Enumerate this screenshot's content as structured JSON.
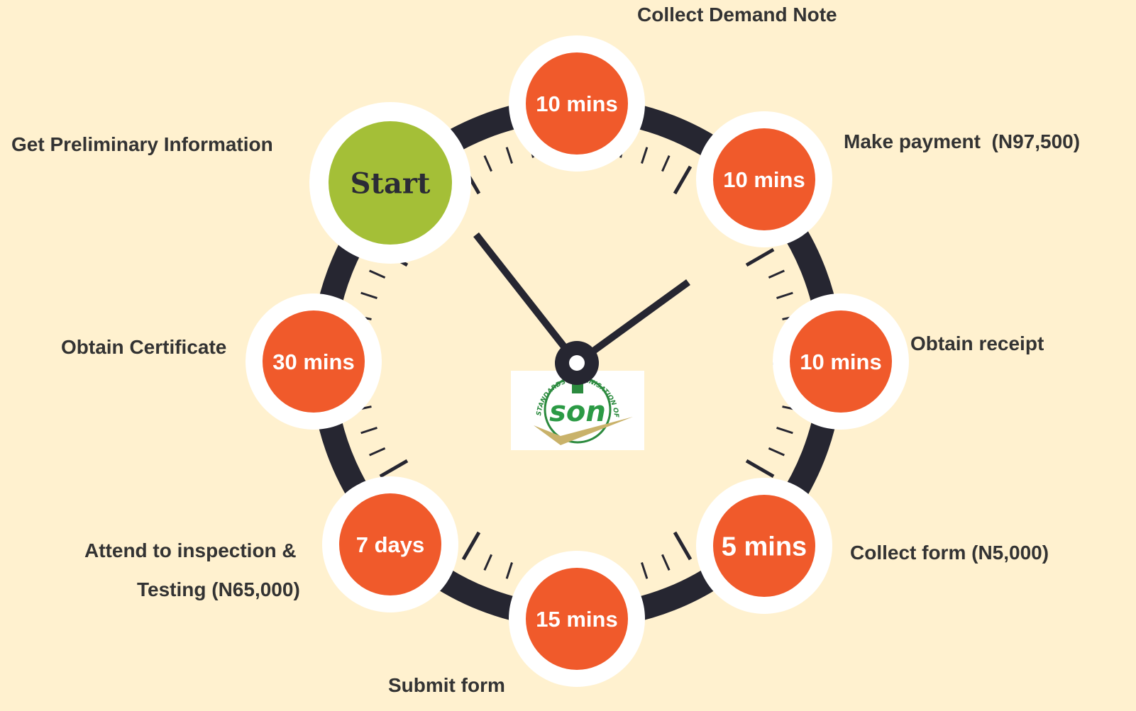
{
  "colors": {
    "background": "#fff1cf",
    "ring": "#262631",
    "step_fill": "#f05a2b",
    "start_fill": "#a4bf37",
    "halo": "#ffffff",
    "label_text": "#333333"
  },
  "steps": [
    {
      "id": "start",
      "badge": "Start",
      "label": "Get Preliminary Information"
    },
    {
      "id": "collect-form",
      "badge": "5 mins",
      "label": "Collect form (N5,000)"
    },
    {
      "id": "submit-form",
      "badge": "15 mins",
      "label": "Submit form"
    },
    {
      "id": "inspection",
      "badge": "7 days",
      "label_line1": "Attend to inspection &",
      "label_line2": "Testing (N65,000)"
    },
    {
      "id": "demand-note",
      "badge": "10 mins",
      "label": "Collect Demand Note"
    },
    {
      "id": "payment",
      "badge": "10 mins",
      "label": "Make payment  (N97,500)"
    },
    {
      "id": "receipt",
      "badge": "10 mins",
      "label": "Obtain receipt"
    },
    {
      "id": "certificate",
      "badge": "30 mins",
      "label": "Obtain Certificate"
    }
  ],
  "logo": {
    "name": "son-logo",
    "word": "son",
    "arc_text": "STANDARDS ORGANISATION OF NIGERIA"
  }
}
